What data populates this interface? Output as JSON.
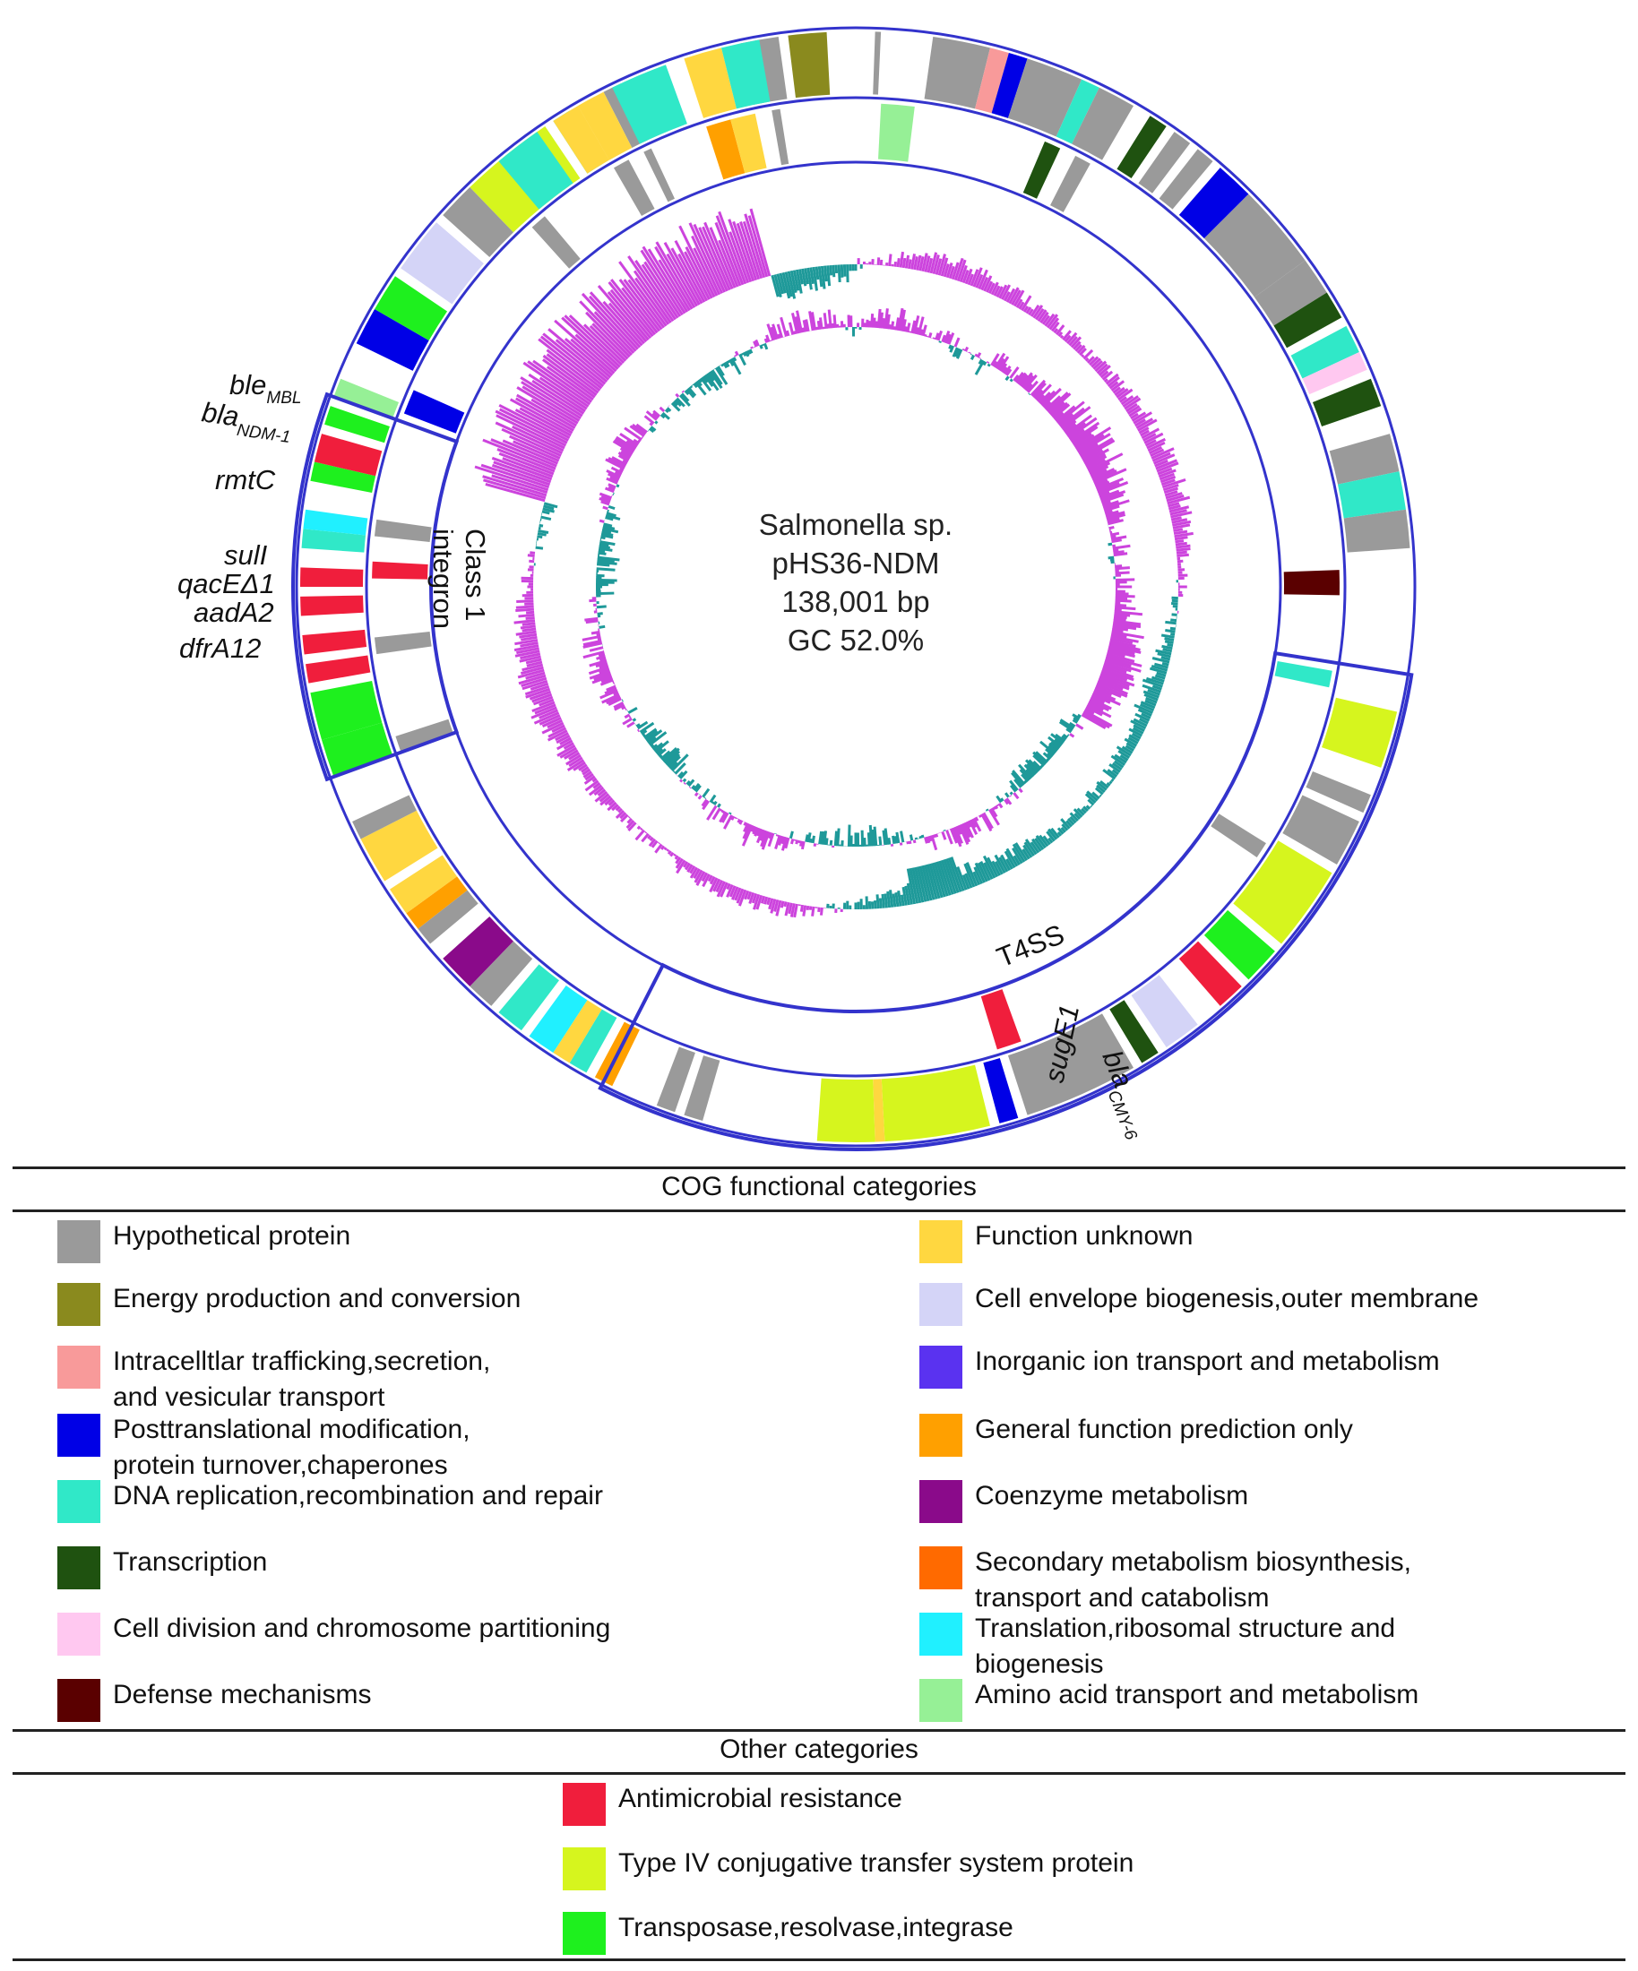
{
  "plasmid": {
    "organism": "Salmonella sp.",
    "name": "pHS36-NDM",
    "length": "138,001 bp",
    "gc": "GC 52.0%"
  },
  "region_labels": {
    "integron": [
      "Class 1",
      "integron"
    ],
    "t4ss": "T4SS"
  },
  "gene_labels": [
    {
      "id": "ble",
      "text": "ble",
      "sub": "MBL"
    },
    {
      "id": "blandm",
      "text": "bla",
      "sub": "NDM-1"
    },
    {
      "id": "rmtc",
      "text": "rmtC",
      "sub": ""
    },
    {
      "id": "sul",
      "text": "sulI",
      "sub": ""
    },
    {
      "id": "qac",
      "text": "qacEΔ1",
      "sub": ""
    },
    {
      "id": "aad",
      "text": "aadA2",
      "sub": ""
    },
    {
      "id": "dfr",
      "text": "dfrA12",
      "sub": ""
    },
    {
      "id": "cmy",
      "text": "bla",
      "sub": "CMY-6"
    },
    {
      "id": "sug",
      "text": "sugE1",
      "sub": ""
    }
  ],
  "legend": {
    "cog_title": "COG functional categories",
    "cog_items": [
      {
        "label": "Hypothetical protein",
        "color": "#9a9a9a"
      },
      {
        "label": "Function unknown",
        "color": "#ffd740"
      },
      {
        "label": "Energy production and conversion",
        "color": "#8a8a1e"
      },
      {
        "label": "Cell envelope biogenesis,outer membrane",
        "color": "#d4d4f7"
      },
      {
        "label": "Intracelltlar trafficking,secretion,",
        "label2": "and vesicular transport",
        "color": "#f89a9a"
      },
      {
        "label": "Inorganic ion transport and metabolism",
        "color": "#5a32f0"
      },
      {
        "label": "Posttranslational modification,",
        "label2": "protein turnover,chaperones",
        "color": "#0000e6"
      },
      {
        "label": "General function prediction only",
        "color": "#ffa000"
      },
      {
        "label": "DNA replication,recombination and repair",
        "color": "#30e8c8"
      },
      {
        "label": "Coenzyme metabolism",
        "color": "#8a0a8a"
      },
      {
        "label": "Transcription",
        "color": "#1f5210"
      },
      {
        "label": "Secondary metabolism biosynthesis,",
        "label2": "transport and catabolism",
        "color": "#ff6a00"
      },
      {
        "label": "Cell division and chromosome partitioning",
        "color": "#ffc8f0"
      },
      {
        "label": "Translation,ribosomal structure and",
        "label2": "biogenesis",
        "color": "#20f0ff"
      },
      {
        "label": "Defense mechanisms",
        "color": "#5a0000"
      },
      {
        "label": "Amino acid transport and metabolism",
        "color": "#96f096"
      }
    ],
    "other_title": "Other categories",
    "other_items": [
      {
        "label": "Antimicrobial resistance",
        "color": "#f01e3c"
      },
      {
        "label": "Type IV conjugative transfer system protein",
        "color": "#d6f51e"
      },
      {
        "label": "Transposase,resolvase,integrase",
        "color": "#1ef01e"
      }
    ]
  }
}
